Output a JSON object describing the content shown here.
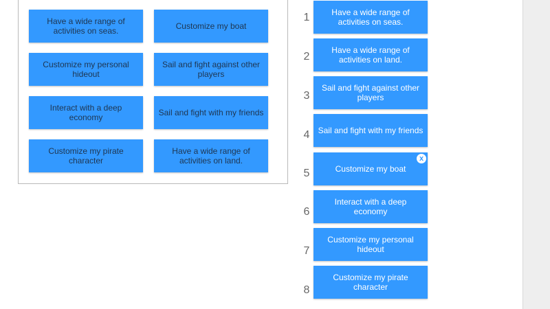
{
  "source_options": [
    "Have a wide range of activities on seas.",
    "Customize my boat",
    "Customize my personal hideout",
    "Sail and fight against other players",
    "Interact with a deep economy",
    "Sail and fight with my friends",
    "Customize my pirate character",
    "Have a wide range of activities on land."
  ],
  "ranking": {
    "numbers": [
      "1",
      "2",
      "3",
      "4",
      "5",
      "6",
      "7",
      "8"
    ],
    "items": [
      "Have a wide range of activities on seas.",
      "Have a wide range of activities on land.",
      "Sail and fight against other players",
      "Sail and fight with my friends",
      "Customize my boat",
      "Interact with a deep economy",
      "Customize my personal hideout",
      "Customize my pirate character"
    ],
    "remove_label": "x"
  },
  "colors": {
    "card_blue": "#3399ff",
    "source_text": "#1e3550",
    "ranked_text": "#ffffff"
  }
}
